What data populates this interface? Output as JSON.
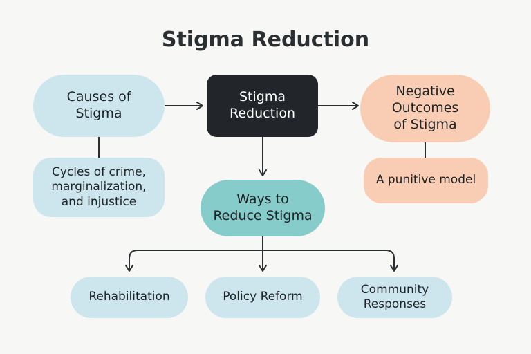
{
  "title": "Stigma Reduction",
  "nodes": {
    "causes": "Causes of\nStigma",
    "center": "Stigma\nReduction",
    "negative": "Negative\nOutcomes\nof Stigma",
    "cycles": "Cycles of crime,\nmarginalization,\nand injustice",
    "ways": "Ways to\nReduce Stigma",
    "punitive": "A punitive model",
    "rehab": "Rehabilitation",
    "policy": "Policy Reform",
    "community": "Community\nResponses"
  },
  "colors": {
    "light_blue": "#cde6ee",
    "teal": "#86ccca",
    "peach": "#f9cdb4",
    "dark": "#22262a",
    "line": "#2a2f32"
  }
}
